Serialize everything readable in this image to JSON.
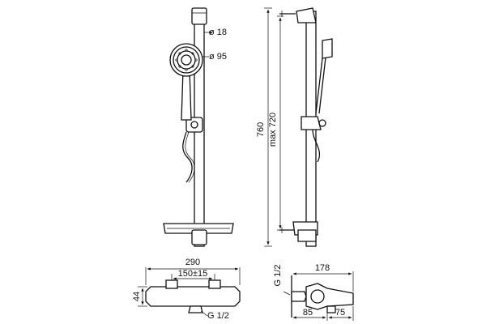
{
  "dimensions": {
    "hose_diameter": "ø 18",
    "head_diameter": "ø 95",
    "height_total": "760",
    "height_max": "max 720",
    "mixer_width": "290",
    "mixer_centers": "150±15",
    "mixer_height": "44",
    "inlet_thread_bottom": "G 1/2",
    "inlet_thread_side": "G 1/2",
    "side_depth": "178",
    "side_offset_a": "85",
    "side_offset_b": "75"
  }
}
